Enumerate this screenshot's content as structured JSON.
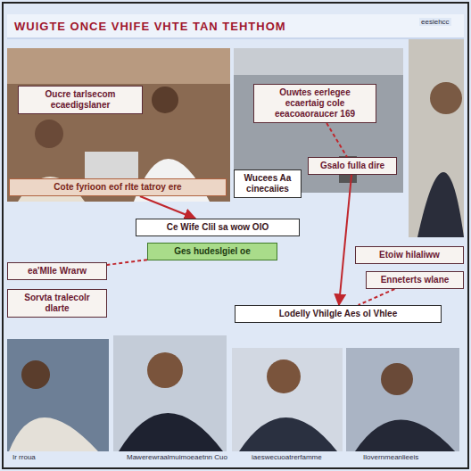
{
  "diagram": {
    "title": "WUIGTE ONCE VHIFE VHTE TAN TEHTHOM",
    "nodes": [
      {
        "text": [
          "Oucre tarlsecom ecaedigslaner"
        ]
      },
      {
        "text": [
          "Ouwtes eerlegee ecaertaig cole eeacoaoraucer 169"
        ]
      },
      {
        "text": [
          "Cote fyrioon eof rlte tatroy ere"
        ]
      },
      {
        "text": [
          "Wucees Aa cinecaiies"
        ]
      },
      {
        "text": [
          "Gsalo fulla dire"
        ]
      },
      {
        "text": [
          "Ce Wife Clil sa wow OIO"
        ]
      },
      {
        "text": [
          "Ges hudeslgiel oe"
        ]
      },
      {
        "text": [
          "ea'Mlle Wrarw"
        ]
      },
      {
        "text": [
          "Sorvta tralecolr dlarte"
        ]
      },
      {
        "text": [
          "Etoiw hilaliww"
        ]
      },
      {
        "text": [
          "Enneterts wlane"
        ]
      },
      {
        "text": [
          "Lodelly Vhilgle Aes ol Vhlee"
        ]
      }
    ],
    "edges": [
      {
        "from": 2,
        "to": 5,
        "arrow": "to"
      },
      {
        "from": 1,
        "to": 4,
        "arrow": "none"
      },
      {
        "from": 4,
        "to": 11,
        "arrow": "to"
      },
      {
        "from": 6,
        "to": 7,
        "arrow": "none"
      },
      {
        "from": 10,
        "to": 11,
        "arrow": "none"
      }
    ],
    "labels": [
      "eesiehcc",
      "Ir rroua",
      "Mawerewraalmuimoeaetnn Cuo",
      "iaeswecuoatrerfamme",
      "Ilovernmeanlieeis"
    ]
  }
}
